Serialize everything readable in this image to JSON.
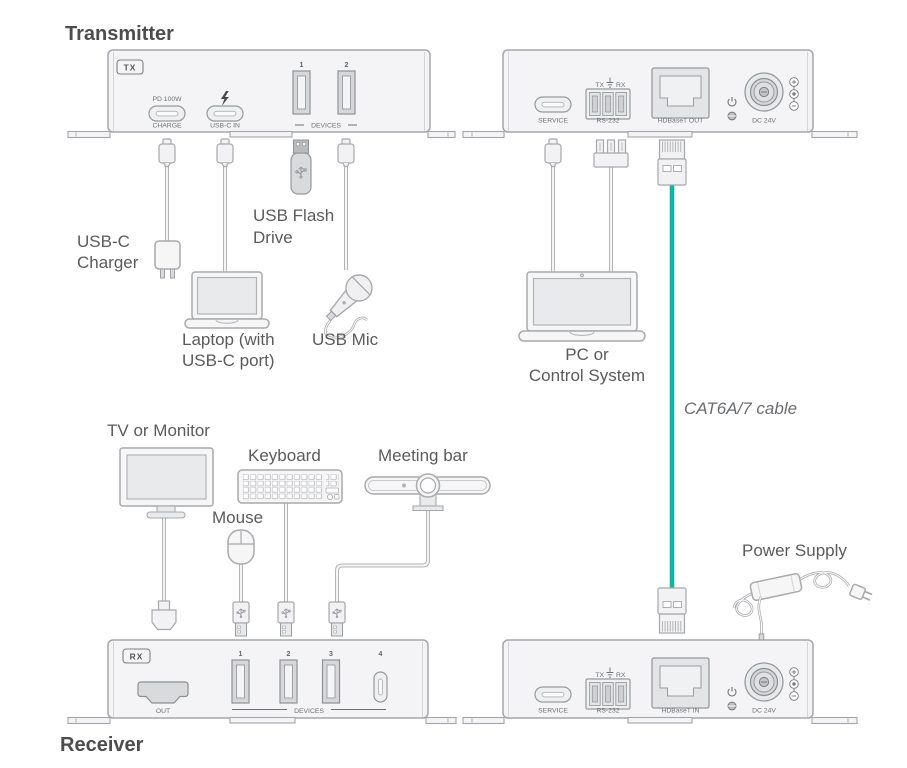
{
  "titles": {
    "transmitter": "Transmitter",
    "receiver": "Receiver"
  },
  "tx_front": {
    "badge": "TX",
    "pd_label": "PD 100W",
    "charge_label": "CHARGE",
    "usbc_in_label": "USB-C IN",
    "port1": "1",
    "port2": "2",
    "devices_label": "DEVICES"
  },
  "tx_back": {
    "service_label": "SERVICE",
    "tx_label": "TX",
    "rx_label": "RX",
    "rs232_label": "RS-232",
    "hdbaset_label": "HDBaseT OUT",
    "dc_label": "DC 24V"
  },
  "rx_front": {
    "badge": "RX",
    "out_label": "OUT",
    "port1": "1",
    "port2": "2",
    "port3": "3",
    "port4": "4",
    "devices_label": "DEVICES"
  },
  "rx_back": {
    "service_label": "SERVICE",
    "tx_label": "TX",
    "rx_label": "RX",
    "rs232_label": "RS-232",
    "hdbaset_label": "HDBaseT IN",
    "dc_label": "DC 24V"
  },
  "labels": {
    "usbc_charger_1": "USB-C",
    "usbc_charger_2": "Charger",
    "laptop_1": "Laptop (with",
    "laptop_2": "USB-C port)",
    "flash_1": "USB Flash",
    "flash_2": "Drive",
    "usb_mic": "USB Mic",
    "pc_1": "PC or",
    "pc_2": "Control System",
    "cat_cable": "CAT6A/7 cable",
    "tv": "TV or Monitor",
    "mouse": "Mouse",
    "keyboard": "Keyboard",
    "meeting_bar": "Meeting bar",
    "power_supply": "Power Supply"
  },
  "icons": {
    "lightning": "lightning-icon",
    "ground": "ground-icon",
    "power": "power-icon",
    "link": "link-icon",
    "usb_trident": "usb-trident-icon",
    "dc_polarity": "dc-polarity-icon"
  },
  "colors": {
    "cat_cable": "#14b1a6",
    "panel": "#f4f4f6",
    "outline": "#a4a6a9",
    "text": "#58595b"
  }
}
